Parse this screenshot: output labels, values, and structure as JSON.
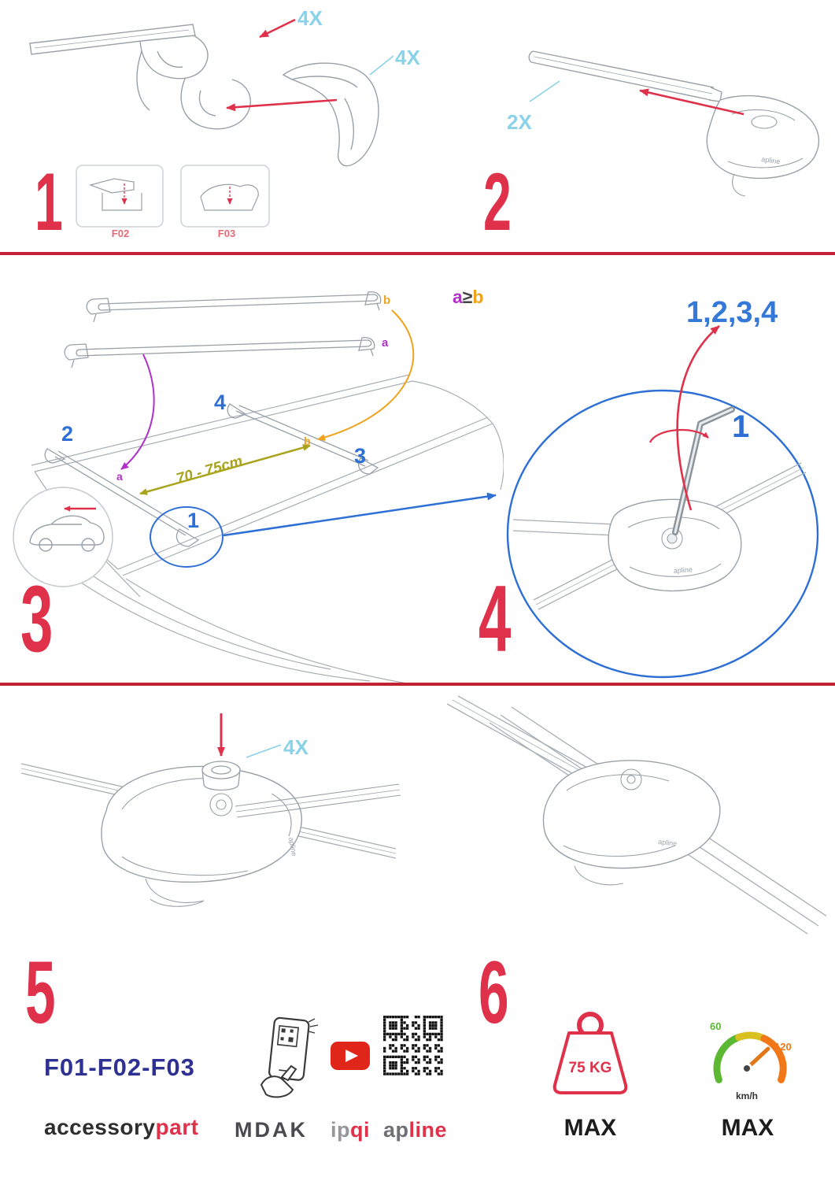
{
  "colors": {
    "accent_red": "#e0314b",
    "divider_red": "#c32135",
    "cyan": "#8ad2e8",
    "blue": "#2e6fd6",
    "purple": "#b030c8",
    "orange": "#f0a21c",
    "olive": "#a8a41e",
    "navy": "#2e3192"
  },
  "steps": {
    "one": {
      "number": "1",
      "qty_top": "4X",
      "qty_side": "4X",
      "part1": "F02",
      "part2": "F03"
    },
    "two": {
      "number": "2",
      "qty": "2X"
    },
    "three": {
      "number": "3",
      "bar_b": "b",
      "bar_a": "a",
      "rule_a": "a",
      "rule_gte": "≥",
      "rule_b": "b",
      "pos1": "1",
      "pos2": "2",
      "pos3": "3",
      "pos4": "4",
      "roof_a": "a",
      "roof_b": "b",
      "distance": "70 - 75cm"
    },
    "four": {
      "number": "4",
      "sequence": "1,2,3,4",
      "first": "1"
    },
    "five": {
      "number": "5",
      "qty": "4X"
    },
    "six": {
      "number": "6"
    }
  },
  "footer": {
    "models": "F01-F02-F03",
    "brand_accessory": "accessory",
    "brand_part": "part",
    "brand_mdak": "MDAK",
    "brand_ip": "ip",
    "brand_qi": "qi",
    "brand_ap": "ap",
    "brand_line": "line",
    "weight_value": "75 KG",
    "weight_max": "MAX",
    "speed_60": "60",
    "speed_120": "120",
    "speed_unit": "km/h",
    "speed_max": "MAX"
  },
  "logo_small": "apline"
}
